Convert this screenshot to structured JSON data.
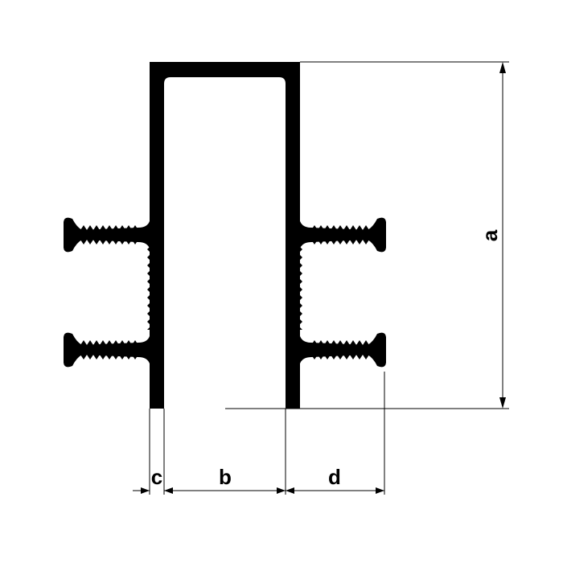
{
  "diagram": {
    "colors": {
      "profile": "#000000",
      "dimension_line": "#000000",
      "background": "#ffffff"
    },
    "dimensions": {
      "a": "a",
      "b": "b",
      "c": "c",
      "d": "d"
    }
  }
}
